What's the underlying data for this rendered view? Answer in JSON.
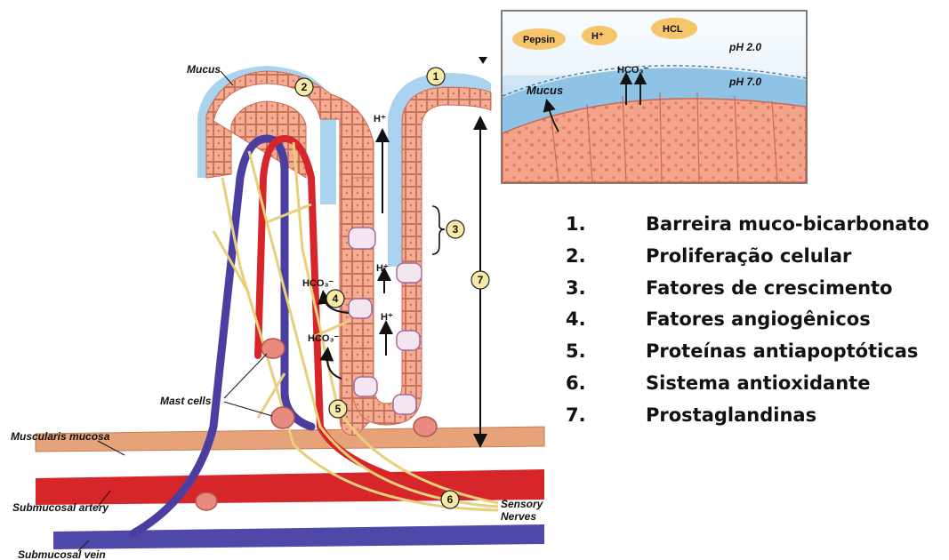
{
  "labels": {
    "mucus_left": "Mucus",
    "mast_cells": "Mast cells",
    "muscularis_mucosa": "Muscularis mucosa",
    "submucosal_artery": "Submucosal artery",
    "submucosal_vein": "Submucosal vein",
    "sensory_nerves_line1": "Sensory",
    "sensory_nerves_line2": "Nerves",
    "h_plus": "H⁺",
    "hco3": "HCO₃⁻"
  },
  "markers": [
    "1",
    "2",
    "3",
    "4",
    "5",
    "6",
    "7"
  ],
  "inset": {
    "pepsin": "Pepsin",
    "h_plus": "H⁺",
    "hcl": "HCL",
    "ph_top": "pH 2.0",
    "ph_bottom": "pH 7.0",
    "hco3": "HCO₃⁻",
    "mucus": "Mucus"
  },
  "legend": [
    {
      "num": "1.",
      "text": "Barreira muco-bicarbonato"
    },
    {
      "num": "2.",
      "text": "Proliferação celular"
    },
    {
      "num": "3.",
      "text": "Fatores de crescimento"
    },
    {
      "num": "4.",
      "text": "Fatores angiogênicos"
    },
    {
      "num": "5.",
      "text": "Proteínas antiapoptóticas"
    },
    {
      "num": "6.",
      "text": "Sistema antioxidante"
    },
    {
      "num": "7.",
      "text": "Prostaglandinas"
    }
  ],
  "colors": {
    "epithelium": "#f2a58a",
    "epithelium_border": "#c96a55",
    "mucus": "#a9d3ee",
    "artery": "#d9262b",
    "vein": "#4a3fa0",
    "nerve": "#e8cf7a",
    "muscle": "#e6a37a",
    "marker_fill": "#f7e9a6"
  }
}
